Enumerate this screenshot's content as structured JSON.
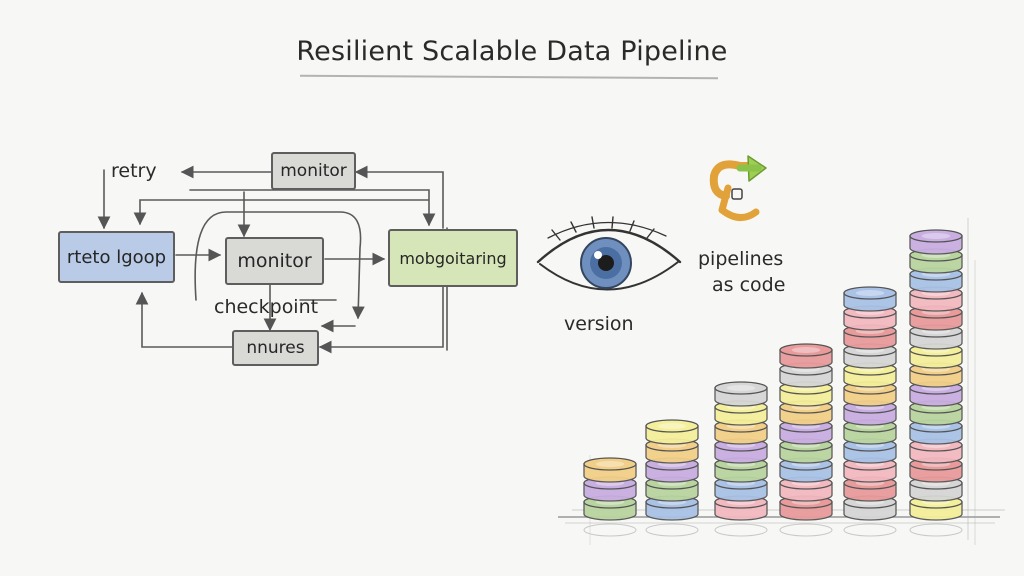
{
  "title": "Resilient Scalable Data Pipeline",
  "diagram": {
    "nodes": {
      "retry_label": "retry",
      "top_monitor": "monitor",
      "left_box": "rteto lgoop",
      "center_monitor": "monitor",
      "right_box": "mobgoitaring",
      "checkpoint": "checkpoint",
      "bottom_box": "nnures"
    },
    "eye_caption": "version",
    "pipelines_caption_1": "pipelines",
    "pipelines_caption_2": "as code",
    "disc_colors": [
      "#b9d59f",
      "#e99b9b",
      "#f2cf88",
      "#a9c2e6",
      "#d6d6d6",
      "#c9aee2",
      "#f3b9c0",
      "#f4ef9a"
    ]
  }
}
